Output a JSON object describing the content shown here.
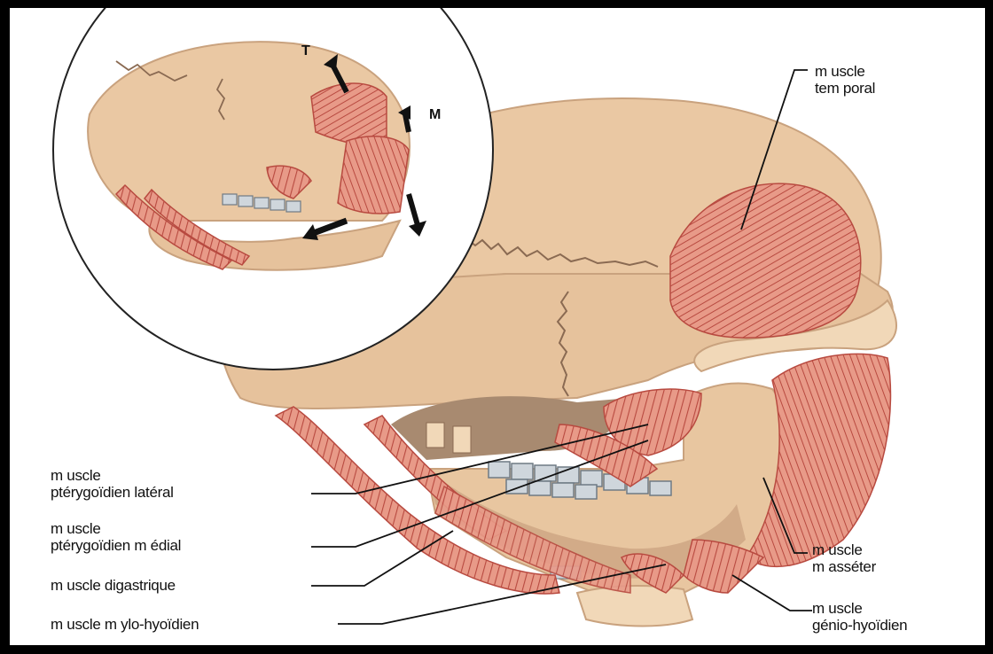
{
  "labels": {
    "temporal": [
      "m uscle",
      "tem poral"
    ],
    "pterygoid_lateral": [
      "m uscle",
      "ptérygoïdien latéral"
    ],
    "pterygoid_medial": [
      "m uscle",
      "ptérygoïdien m édial"
    ],
    "digastric": "m uscle digastrique",
    "mylohyoid": "m uscle m ylo-hyoïdien",
    "masseter": [
      "m uscle",
      "m asséter"
    ],
    "geniohyoid": [
      "m uscle",
      "génio-hyoïdien"
    ]
  },
  "inset_markers": {
    "t": "T",
    "m": "M"
  },
  "colors": {
    "bone": "#eac8a3",
    "bone_dark": "#c9a27e",
    "muscle": "#e6907f",
    "muscle_stripe": "#b7493f",
    "teeth": "#c9d0d6",
    "frame": "#000000"
  }
}
